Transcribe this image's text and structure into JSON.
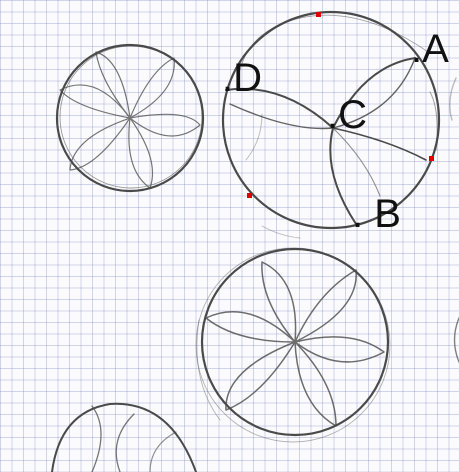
{
  "points": [
    {
      "id": "A",
      "label": "A"
    },
    {
      "id": "B",
      "label": "B"
    },
    {
      "id": "C",
      "label": "C"
    },
    {
      "id": "D",
      "label": "D"
    }
  ],
  "marker_color": "#e00000",
  "pencil_color": "#4a4a4a",
  "grid_color": "#8d94c8",
  "paper": "graph paper"
}
